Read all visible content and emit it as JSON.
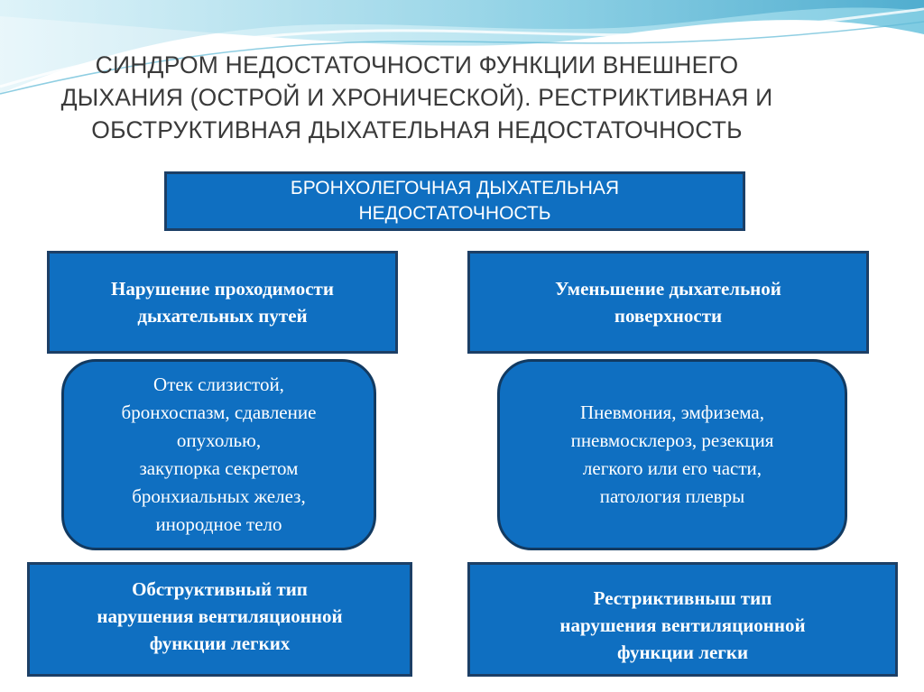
{
  "slide": {
    "title": "СИНДРОМ НЕДОСТАТОЧНОСТИ ФУНКЦИИ ВНЕШНЕГО\nДЫХАНИЯ (ОСТРОЙ И ХРОНИЧЕСКОЙ). РЕСТРИКТИВНАЯ И\nОБСТРУКТИВНАЯ ДЫХАТЕЛЬНАЯ НЕДОСТАТОЧНОСТЬ"
  },
  "diagram": {
    "root": "БРОНХОЛЕГОЧНАЯ ДЫХАТЕЛЬНАЯ\nНЕДОСТАТОЧНОСТЬ",
    "left": {
      "heading": "Нарушение проходимости\nдыхательных путей",
      "causes": "Отек слизистой,\nбронхоспазм, сдавление\nопухолью,\nзакупорка секретом\nбронхиальных желез,\nинородное тело",
      "result": "Обструктивный тип\nнарушения вентиляционной\nфункции легких"
    },
    "right": {
      "heading": "Уменьшение дыхательной\nповерхности",
      "causes": "Пневмония, эмфизема,\nпневмосклероз, резекция\nлегкого или его части,\nпатология плевры",
      "result": "Рестриктивныш тип\nнарушения вентиляционной\nфункции легки"
    }
  },
  "colors": {
    "box_fill": "#0f6fc1",
    "box_border": "#1c3f66",
    "title_text": "#3a3a3a",
    "wave_light": "#cfeef6",
    "wave_mid": "#8fd4e6",
    "wave_dark": "#2e9cc4"
  }
}
